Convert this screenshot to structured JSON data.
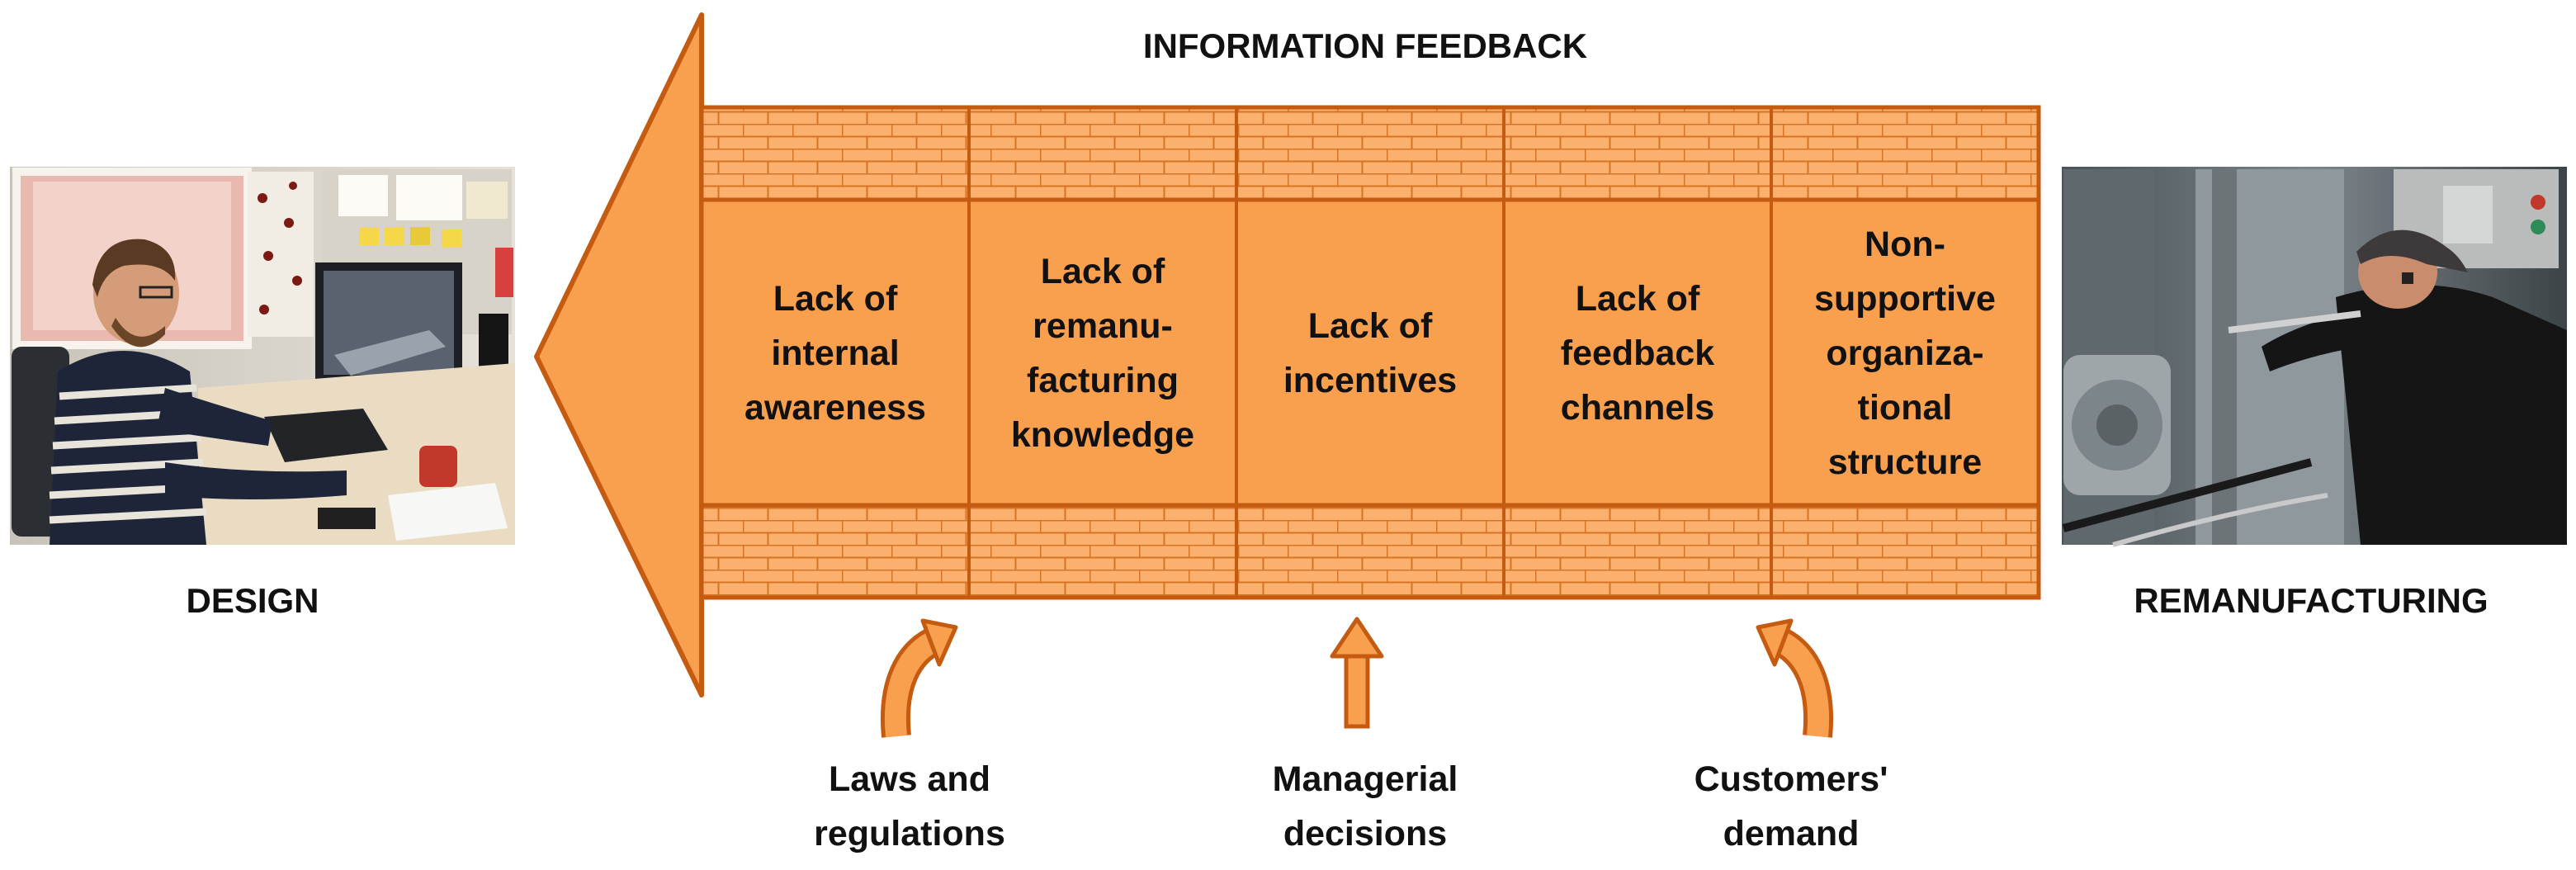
{
  "title": "INFORMATION FEEDBACK",
  "left_label": "DESIGN",
  "right_label": "REMANUFACTURING",
  "barriers": [
    {
      "lines": [
        "Lack of",
        "internal",
        "awareness"
      ]
    },
    {
      "lines": [
        "Lack of",
        "remanu-",
        "facturing",
        "knowledge"
      ]
    },
    {
      "lines": [
        "Lack of",
        "incentives"
      ]
    },
    {
      "lines": [
        "Lack of",
        "feedback",
        "channels"
      ]
    },
    {
      "lines": [
        "Non-",
        "supportive",
        "organiza-",
        "tional",
        "structure"
      ]
    }
  ],
  "influences": [
    {
      "lines": [
        "Laws and",
        "regulations"
      ],
      "arrow": "curved-up-right"
    },
    {
      "lines": [
        "Managerial",
        "decisions"
      ],
      "arrow": "straight-up"
    },
    {
      "lines": [
        "Customers'",
        "demand"
      ],
      "arrow": "curved-up-left"
    }
  ],
  "colors": {
    "arrow_fill": "#f9a04e",
    "arrow_stroke": "#c55a11",
    "brick_fill": "#fbb06e",
    "brick_line": "#d06a18",
    "text": "#111111"
  }
}
